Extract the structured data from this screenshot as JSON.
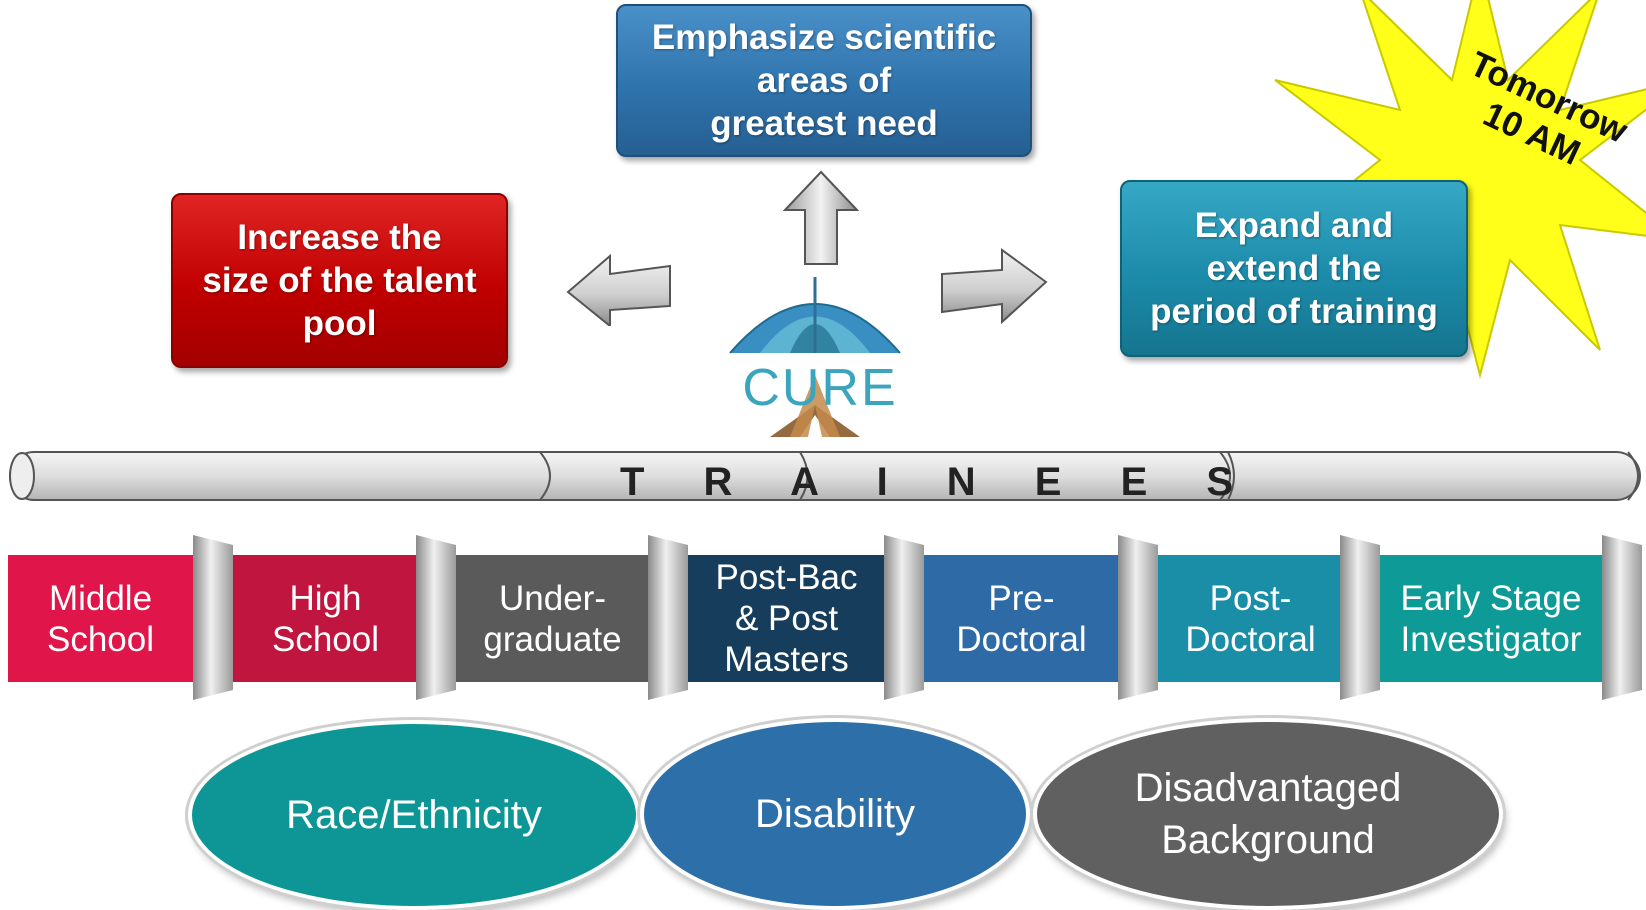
{
  "goals": {
    "top": "Emphasize scientific\nareas of\ngreatest need",
    "left": "Increase the\nsize of the talent\npool",
    "right": "Expand and\nextend the\nperiod of training"
  },
  "burst": {
    "text": "Tomorrow\n10 AM",
    "color": "#ffff1a"
  },
  "logo": {
    "text": "CURE",
    "icon": "umbrella-icon"
  },
  "pipeline": {
    "label": "T R A I N E E S",
    "stages": [
      {
        "label": "Middle\nSchool",
        "color": "#e0164a"
      },
      {
        "label": "High\nSchool",
        "color": "#c0153f"
      },
      {
        "label": "Under-\ngraduate",
        "color": "#5a5a5a"
      },
      {
        "label": "Post-Bac\n& Post\nMasters",
        "color": "#163e5c"
      },
      {
        "label": "Pre-\nDoctoral",
        "color": "#2e6aa6"
      },
      {
        "label": "Post-\nDoctoral",
        "color": "#1a8da7"
      },
      {
        "label": "Early Stage\nInvestigator",
        "color": "#0e9a96"
      }
    ]
  },
  "categories": [
    {
      "label": "Race/Ethnicity",
      "color": "#0e9696"
    },
    {
      "label": "Disability",
      "color": "#2d6fa8"
    },
    {
      "label": "Disadvantaged\nBackground",
      "color": "#606060"
    }
  ]
}
